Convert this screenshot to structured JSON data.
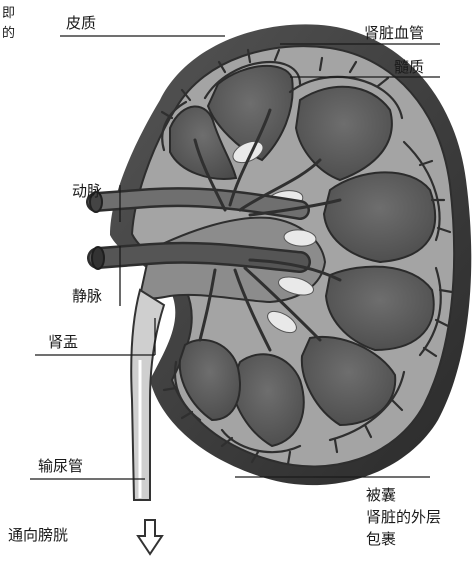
{
  "labels": {
    "cortex": "皮质",
    "renal_vessels": "肾脏血管",
    "medulla": "髓质",
    "artery": "动脉",
    "vein": "静脉",
    "pelvis": "肾盂",
    "ureter": "输尿管",
    "to_bladder": "通向膀胱",
    "capsule_title": "被囊",
    "capsule_line1": "肾脏的外层",
    "capsule_line2": "包裹"
  },
  "cropped_text": {
    "line1": "即",
    "line2": "的"
  },
  "colors": {
    "capsule": "#3e3e3e",
    "cortex": "#a4a4a4",
    "medulla": "#5a5a5a",
    "vessel": "#333333",
    "pelvis": "#8c8c8c",
    "highlight": "#e9e9e9"
  }
}
